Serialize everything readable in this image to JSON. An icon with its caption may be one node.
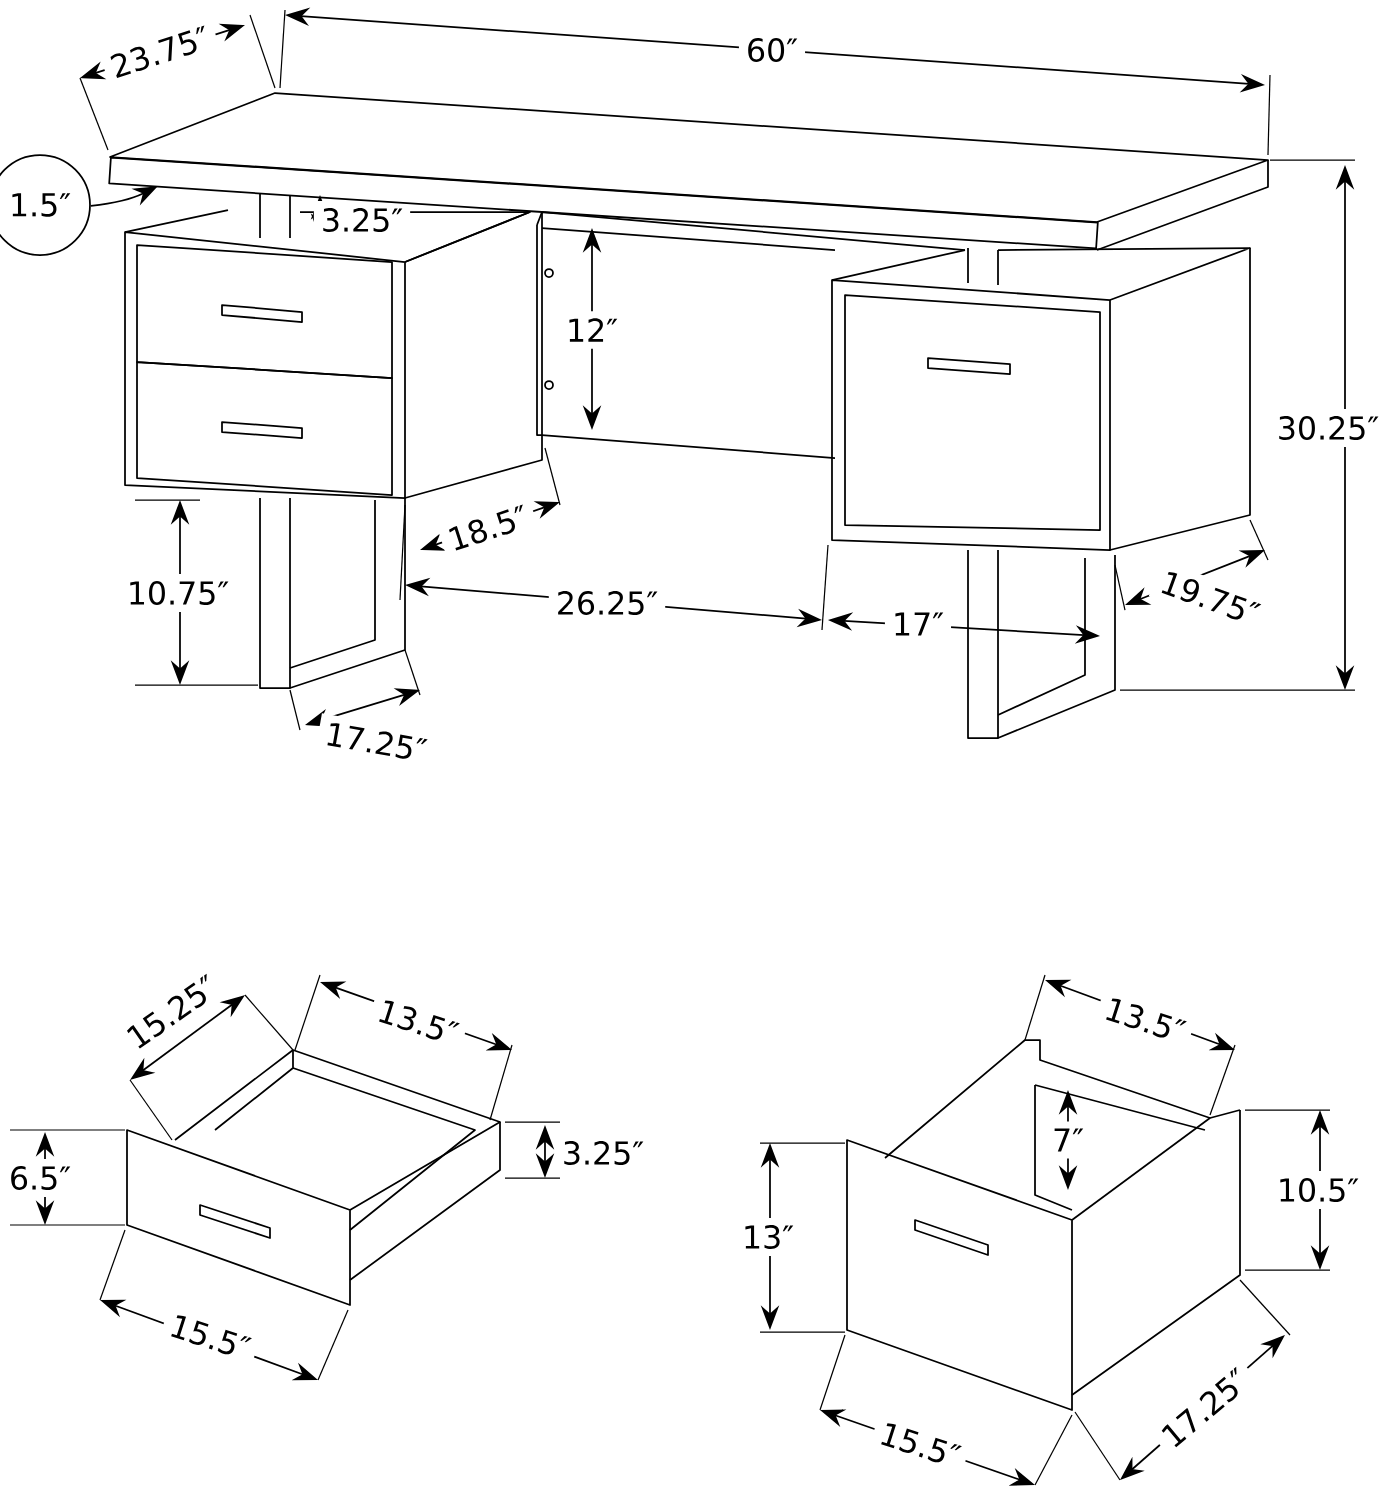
{
  "diagram": {
    "nodes": [
      {
        "text": [
          "1.5″"
        ]
      },
      {
        "text": [],
        "shape": "bar"
      }
    ],
    "edges": [
      {
        "from": 0,
        "to": 1,
        "arrow": "to"
      }
    ],
    "labels": [
      "23.75″",
      "60″",
      "3.25″",
      "12″",
      "30.25″",
      "18.5″",
      "10.75″",
      "26.25″",
      "17″",
      "19.75″",
      "17.25″",
      "15.25″",
      "13.5″",
      "6.5″",
      "3.25″",
      "15.5″",
      "13.5″",
      "7″",
      "10.5″",
      "13″",
      "17.25″",
      "15.5″"
    ]
  }
}
